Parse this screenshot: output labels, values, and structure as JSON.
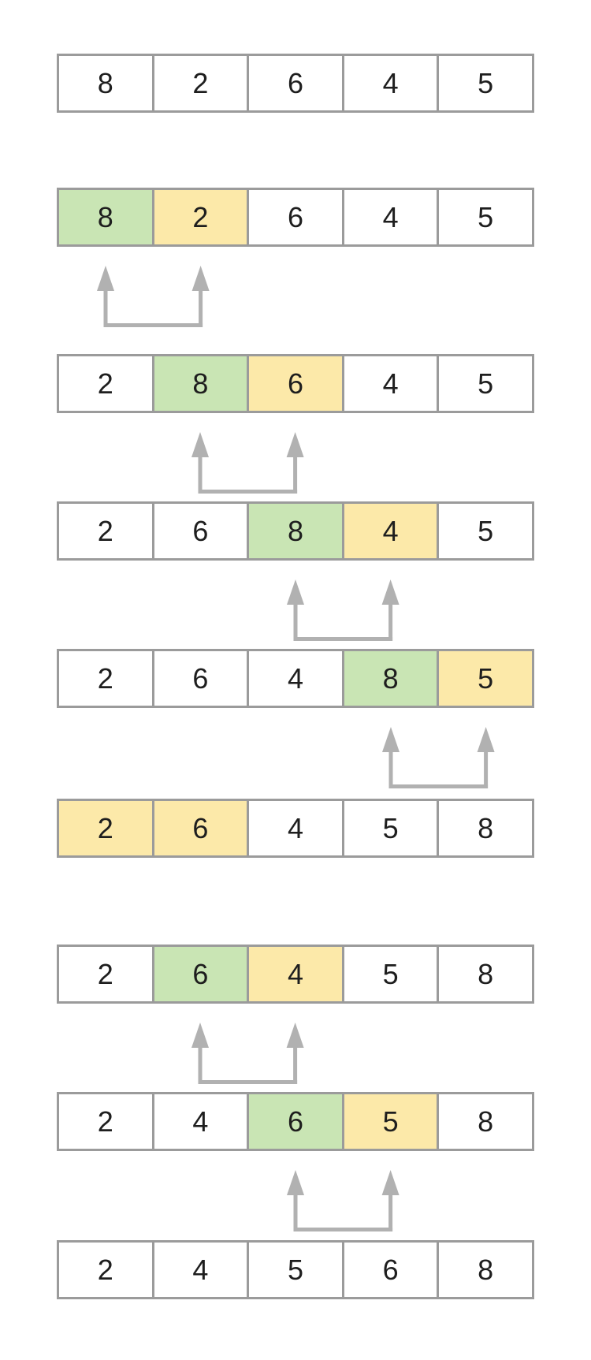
{
  "colors": {
    "background": "#ffffff",
    "cell_background": "#ffffff",
    "border": "#9b9b9b",
    "text": "#1e1e1e",
    "highlight_green": "#c9e5b4",
    "highlight_yellow": "#fce9a9",
    "arrow": "#b1b1b1"
  },
  "diagram": {
    "type": "bubble-sort-steps",
    "array_length": 5,
    "steps": [
      {
        "values": [
          8,
          2,
          6,
          4,
          5
        ],
        "highlights": [
          null,
          null,
          null,
          null,
          null
        ],
        "swap": null
      },
      {
        "values": [
          8,
          2,
          6,
          4,
          5
        ],
        "highlights": [
          "green",
          "yellow",
          null,
          null,
          null
        ],
        "swap": [
          0,
          1
        ]
      },
      {
        "values": [
          2,
          8,
          6,
          4,
          5
        ],
        "highlights": [
          null,
          "green",
          "yellow",
          null,
          null
        ],
        "swap": [
          1,
          2
        ]
      },
      {
        "values": [
          2,
          6,
          8,
          4,
          5
        ],
        "highlights": [
          null,
          null,
          "green",
          "yellow",
          null
        ],
        "swap": [
          2,
          3
        ]
      },
      {
        "values": [
          2,
          6,
          4,
          8,
          5
        ],
        "highlights": [
          null,
          null,
          null,
          "green",
          "yellow"
        ],
        "swap": [
          3,
          4
        ]
      },
      {
        "values": [
          2,
          6,
          4,
          5,
          8
        ],
        "highlights": [
          "yellow",
          "yellow",
          null,
          null,
          null
        ],
        "swap": null
      },
      {
        "values": [
          2,
          6,
          4,
          5,
          8
        ],
        "highlights": [
          null,
          "green",
          "yellow",
          null,
          null
        ],
        "swap": [
          1,
          2
        ]
      },
      {
        "values": [
          2,
          4,
          6,
          5,
          8
        ],
        "highlights": [
          null,
          null,
          "green",
          "yellow",
          null
        ],
        "swap": [
          2,
          3
        ]
      },
      {
        "values": [
          2,
          4,
          5,
          6,
          8
        ],
        "highlights": [
          null,
          null,
          null,
          null,
          null
        ],
        "swap": null
      }
    ]
  }
}
